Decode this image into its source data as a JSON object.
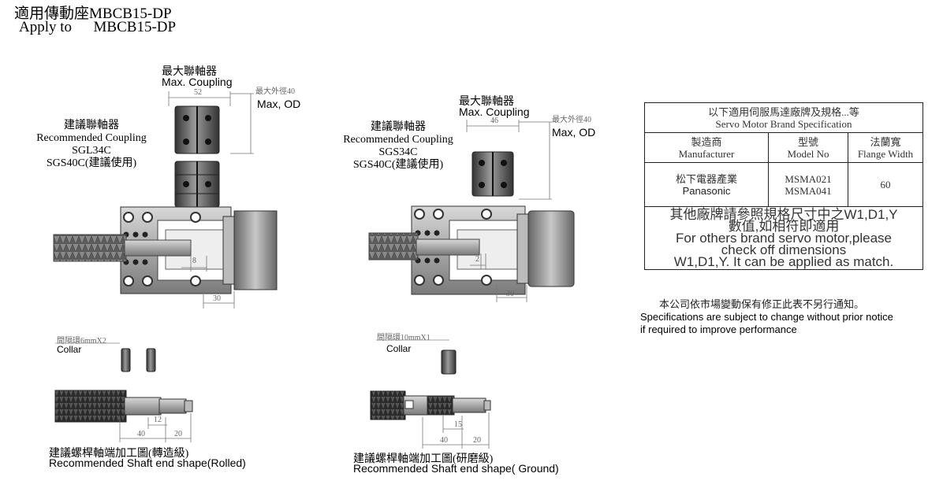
{
  "header": {
    "title_zh": "適用傳動座MBCB15-DP",
    "apply_to_label": "Apply to",
    "apply_to_model": "MBCB15-DP"
  },
  "left_assembly": {
    "max_coupling_zh": "最大聯軸器",
    "max_coupling_en": "Max. Coupling",
    "coupling_width": "52",
    "max_od_zh": "最大外徑40",
    "max_od_en": "Max, OD",
    "recommended_zh": "建議聯軸器",
    "recommended_en": "Recommended Coupling",
    "model_1": "SGL34C",
    "model_2": "SGS40C(建議使用)",
    "dim_small": "8",
    "dim_bottom": "30",
    "collar_zh": "間隔環6mmX2",
    "collar_en": "Collar",
    "shaft_dim_a": "12",
    "shaft_dim_b": "40",
    "shaft_dim_c": "20",
    "shaft_caption_zh": "建議螺桿軸端加工圖(轉造級)",
    "shaft_caption_en": "Recommended Shaft end shape(Rolled)"
  },
  "right_assembly": {
    "max_coupling_zh": "最大聯軸器",
    "max_coupling_en": "Max. Coupling",
    "coupling_width": "46",
    "max_od_zh": "最大外徑40",
    "max_od_en": "Max, OD",
    "recommended_zh": "建議聯軸器",
    "recommended_en": "Recommended Coupling",
    "model_1": "SGS34C",
    "model_2": "SGS40C(建議使用)",
    "dim_small": "2",
    "dim_bottom": "30",
    "collar_zh": "間隔環10mmX1",
    "collar_en": "Collar",
    "shaft_dim_a": "15",
    "shaft_dim_b": "40",
    "shaft_dim_c": "20",
    "shaft_caption_zh": "建議螺桿軸端加工圖(研磨級)",
    "shaft_caption_en": "Recommended Shaft end shape( Ground)"
  },
  "spec_table": {
    "title_zh": "以下適用伺服馬達廠牌及規格...等",
    "title_en": "Servo Motor Brand Specification",
    "col1_zh": "製造商",
    "col1_en": "Manufacturer",
    "col2_zh": "型號",
    "col2_en": "Model No",
    "col3_zh": "法蘭寬",
    "col3_en": "Flange Width",
    "row_maker_zh": "松下電器產業",
    "row_maker_en": "Panasonic",
    "row_model_1": "MSMA021",
    "row_model_2": "MSMA041",
    "row_flange": "60",
    "others_line_1": "其他廠牌請參照規格尺寸中之W1,D1,Y",
    "others_line_2": "數值,如相符即適用",
    "others_line_3": "For others brand servo motor,please",
    "others_line_4": "check off dimensions",
    "others_line_5": "W1,D1,Y. It can be applied as match."
  },
  "notes": {
    "zh": "本公司依市場變動保有修正此表不另行通知。",
    "en_1": "Specifications are subject to change without prior notice",
    "en_2": " if required to improve performance"
  }
}
